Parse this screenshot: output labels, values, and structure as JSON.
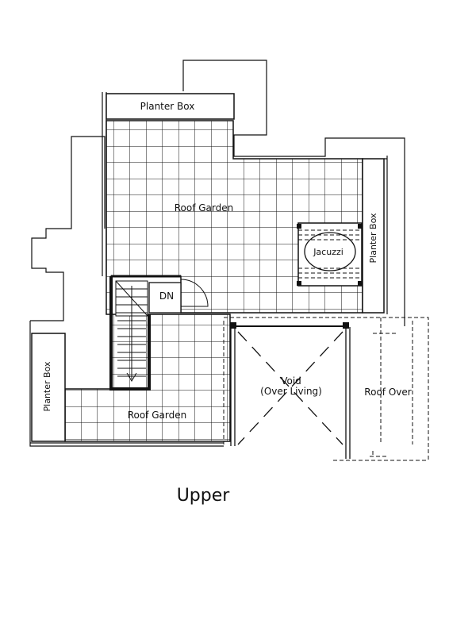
{
  "plan": {
    "labels": {
      "planter_top": "Planter Box",
      "roof_garden_top": "Roof Garden",
      "jacuzzi": "Jacuzzi",
      "planter_right": "Planter Box",
      "dn": "DN",
      "void_line1": "Void",
      "void_line2": "(Over Living)",
      "roof_over": "Roof Over",
      "planter_left": "Planter Box",
      "roof_garden_bottom": "Roof Garden"
    },
    "caption": "Upper"
  }
}
